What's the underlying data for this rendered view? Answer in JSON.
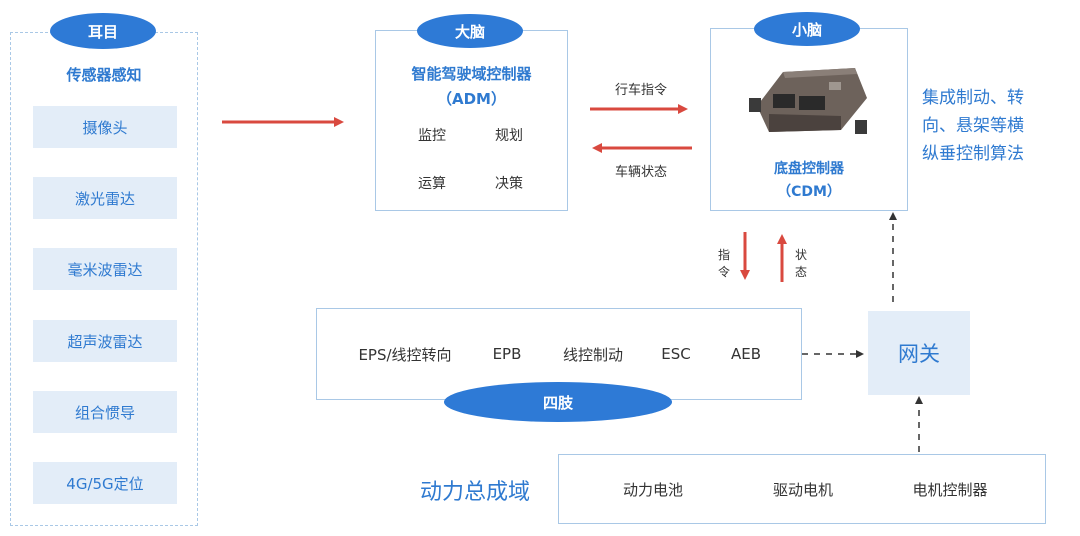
{
  "sensing": {
    "pill": "耳目",
    "title": "传感器感知",
    "items": [
      "摄像头",
      "激光雷达",
      "毫米波雷达",
      "超声波雷达",
      "组合惯导",
      "4G/5G定位"
    ]
  },
  "brain": {
    "pill": "大脑",
    "title": "智能驾驶域控制器",
    "subtitle": "（ADM）",
    "functions": [
      "监控",
      "规划",
      "运算",
      "决策"
    ]
  },
  "cerebellum": {
    "pill": "小脑",
    "title": "底盘控制器",
    "subtitle": "（CDM）",
    "note": "集成制动、转向、悬架等横纵垂控制算法"
  },
  "links": {
    "drive_command": "行车指令",
    "vehicle_state": "车辆状态",
    "command": "指令",
    "state": "状态"
  },
  "limbs": {
    "pill": "四肢",
    "items": [
      "EPS/线控转向",
      "EPB",
      "线控制动",
      "ESC",
      "AEB"
    ]
  },
  "gateway": {
    "label": "网关"
  },
  "powertrain": {
    "label": "动力总成域",
    "items": [
      "动力电池",
      "驱动电机",
      "电机控制器"
    ]
  },
  "colors": {
    "accent": "#2e7ad6",
    "arrow": "#d9493f",
    "box_fill": "#e3edf8",
    "border": "#a9c8e6"
  }
}
